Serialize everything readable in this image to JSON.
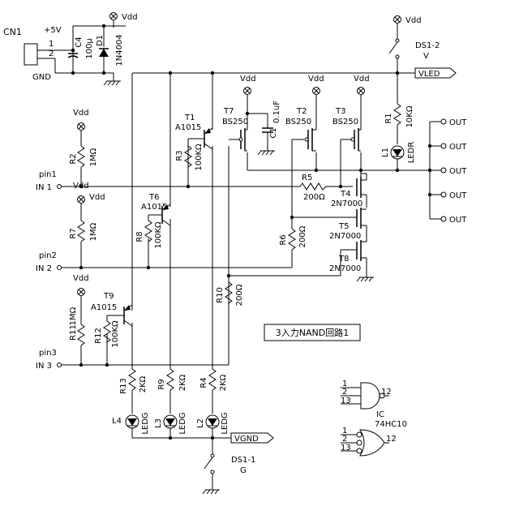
{
  "connector": {
    "name": "CN1",
    "voltage": "+5V",
    "gnd": "GND",
    "pin1": "1",
    "pin2": "2"
  },
  "vdd": "Vdd",
  "capacitors": {
    "c4": {
      "ref": "C4",
      "value": "100μ"
    },
    "c1": {
      "ref": "C1",
      "value": "0.1uF"
    }
  },
  "diode": {
    "ref": "D1",
    "part": "1N4004"
  },
  "switches": {
    "ds1_2": {
      "ref": "DS1-2",
      "pole": "V"
    },
    "ds1_1": {
      "ref": "DS1-1",
      "pole": "G"
    }
  },
  "nets": {
    "vled": "VLED",
    "vgnd": "VGND"
  },
  "inputs": {
    "in1": {
      "pin": "pin1",
      "label": "IN 1"
    },
    "in2": {
      "pin": "pin2",
      "label": "IN 2"
    },
    "in3": {
      "pin": "pin3",
      "label": "IN 3"
    }
  },
  "transistors": {
    "t1": {
      "ref": "T1",
      "part": "A1015"
    },
    "t6": {
      "ref": "T6",
      "part": "A1015"
    },
    "t9": {
      "ref": "T9",
      "part": "A1015"
    },
    "t7": {
      "ref": "T7",
      "part": "BS250"
    },
    "t2": {
      "ref": "T2",
      "part": "BS250"
    },
    "t3": {
      "ref": "T3",
      "part": "BS250"
    },
    "t4": {
      "ref": "T4",
      "part": "2N7000"
    },
    "t5": {
      "ref": "T5",
      "part": "2N7000"
    },
    "t8": {
      "ref": "T8",
      "part": "2N7000"
    }
  },
  "resistors": {
    "r1": {
      "ref": "R1",
      "value": "10KΩ"
    },
    "r2": {
      "ref": "R2",
      "value": "1MΩ"
    },
    "r3": {
      "ref": "R3",
      "value": "100KΩ"
    },
    "r4": {
      "ref": "R4",
      "value": "2KΩ"
    },
    "r5": {
      "ref": "R5",
      "value": "200Ω"
    },
    "r6": {
      "ref": "R6",
      "value": "200Ω"
    },
    "r7": {
      "ref": "R7",
      "value": "1MΩ"
    },
    "r8": {
      "ref": "R8",
      "value": "100KΩ"
    },
    "r9": {
      "ref": "R9",
      "value": "2KΩ"
    },
    "r10": {
      "ref": "R10",
      "value": "200Ω"
    },
    "r11": {
      "ref": "R11",
      "value": "1MΩ"
    },
    "r12": {
      "ref": "R12",
      "value": "100KΩ"
    },
    "r13": {
      "ref": "R13",
      "value": "2KΩ"
    }
  },
  "leds": {
    "l1": {
      "ref": "L1",
      "color": "LEDR"
    },
    "l2": {
      "ref": "L2",
      "color": "LEDG"
    },
    "l3": {
      "ref": "L3",
      "color": "LEDG"
    },
    "l4": {
      "ref": "L4",
      "color": "LEDG"
    }
  },
  "outputs": [
    "OUT",
    "OUT",
    "OUT",
    "OUT",
    "OUT"
  ],
  "title": "3入力NAND回路1",
  "ic": {
    "label": "IC",
    "part": "74HC10",
    "pins": [
      "1",
      "2",
      "13"
    ],
    "out_pin": "12"
  }
}
